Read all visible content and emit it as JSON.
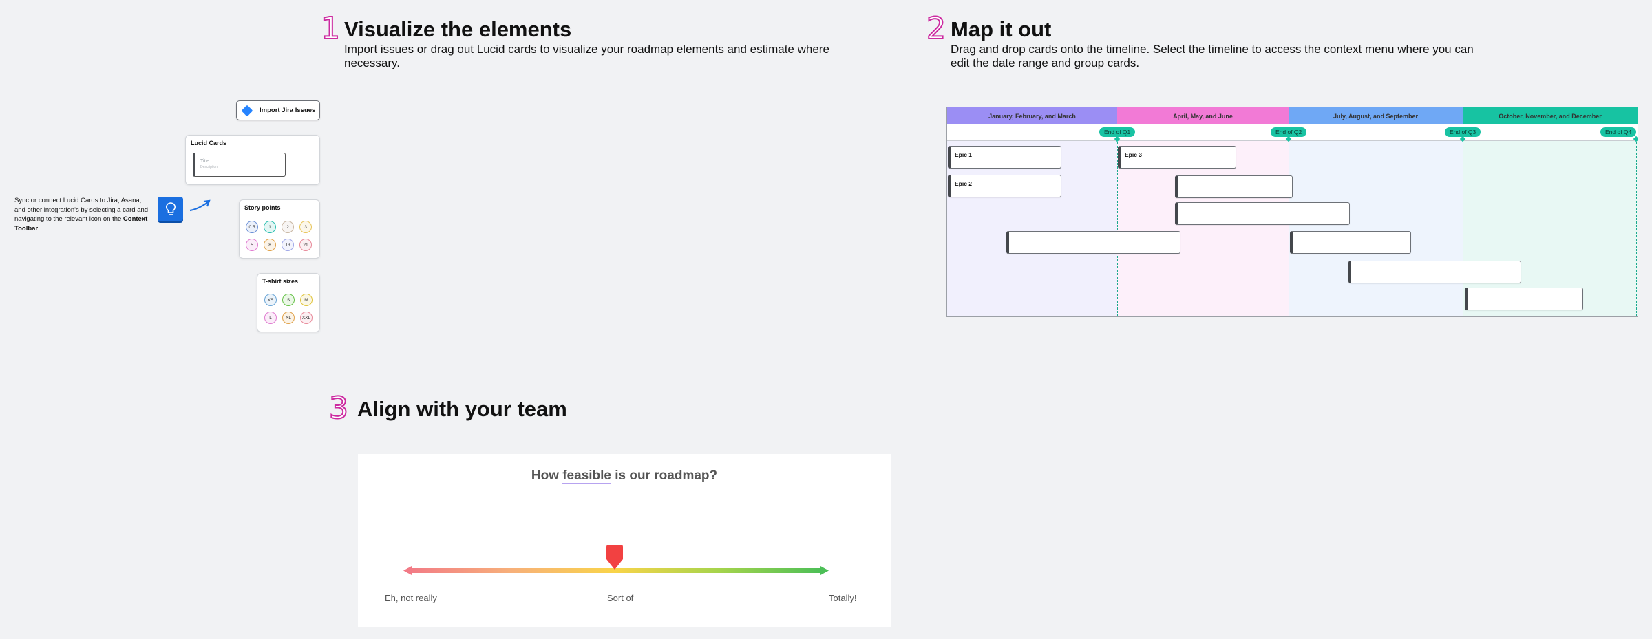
{
  "steps": [
    {
      "number": "1",
      "title": "Visualize the elements",
      "description": "Import issues or drag out Lucid cards to visualize your roadmap elements and estimate where necessary."
    },
    {
      "number": "2",
      "title": "Map it out",
      "description": "Drag and drop cards onto the timeline. Select the timeline to access the context menu where you can edit the date range and group cards."
    },
    {
      "number": "3",
      "title": "Align with your team"
    }
  ],
  "visualize": {
    "import_button": "Import Jira Issues",
    "lucid_cards": {
      "title": "Lucid Cards",
      "card_title": "Title",
      "card_description": "Description"
    },
    "story_points": {
      "title": "Story points",
      "values": [
        "0.5",
        "1",
        "2",
        "3",
        "5",
        "8",
        "13",
        "21"
      ]
    },
    "tshirt": {
      "title": "T-shirt sizes",
      "values": [
        "XS",
        "S",
        "M",
        "L",
        "XL",
        "XXL"
      ]
    },
    "sync_text_1": "Sync or connect Lucid Cards to Jira, Asana, and other integration's by selecting a card and navigating to the relevant icon on the ",
    "sync_text_bold": "Context Toolbar",
    "sync_text_2": ".",
    "icons": {
      "jira": "jira-diamond-icon",
      "bulb": "lightbulb-icon",
      "arrow": "curved-arrow-icon"
    }
  },
  "timeline": {
    "quarters": [
      {
        "label": "January, February, and March",
        "color": "#9b8ef4",
        "bg": "#f1f0fd"
      },
      {
        "label": "April, May, and June",
        "color": "#f27ad6",
        "bg": "#fdf0fa"
      },
      {
        "label": "July, August, and September",
        "color": "#6fa8f5",
        "bg": "#eef4fd"
      },
      {
        "label": "October, November, and December",
        "color": "#17c3a2",
        "bg": "#e8f8f4"
      }
    ],
    "milestones": [
      "End of Q1",
      "End of Q2",
      "End of Q3",
      "End of Q4"
    ],
    "epics": [
      {
        "label": "Epic 1"
      },
      {
        "label": "Epic 2"
      },
      {
        "label": "Epic 3"
      },
      {
        "label": ""
      },
      {
        "label": ""
      },
      {
        "label": ""
      },
      {
        "label": ""
      },
      {
        "label": ""
      },
      {
        "label": ""
      }
    ]
  },
  "poll": {
    "question_pre": "How ",
    "question_highlight": "feasible",
    "question_post": " is our roadmap?",
    "value_fraction": 0.5,
    "labels": {
      "left": "Eh, not really",
      "middle": "Sort of",
      "right": "Totally!"
    },
    "marker_color": "#f24141"
  }
}
